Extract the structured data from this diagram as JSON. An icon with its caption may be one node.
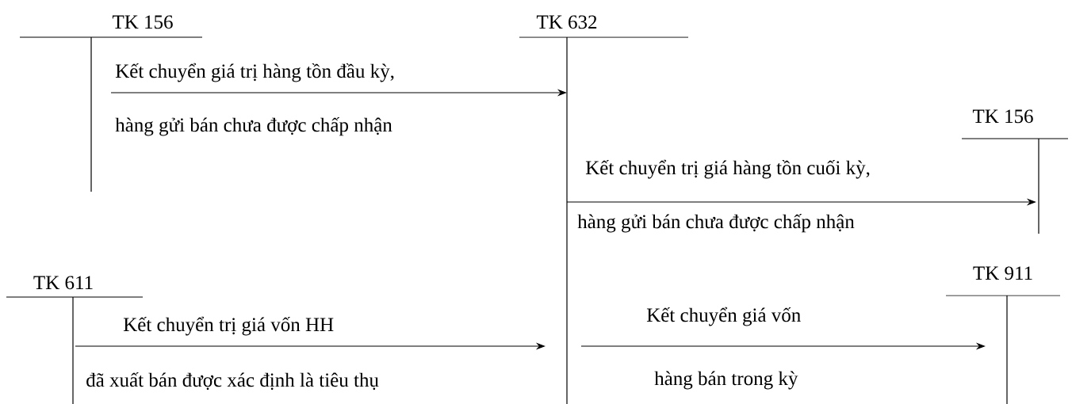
{
  "diagram": {
    "nodes": [
      {
        "text": [
          "TK 156"
        ]
      },
      {
        "text": [
          "TK 632"
        ]
      },
      {
        "text": [
          "TK 156"
        ]
      },
      {
        "text": [
          "TK 611"
        ]
      },
      {
        "text": [
          "TK 911"
        ]
      }
    ],
    "edges": [
      {
        "from": 0,
        "to": 1,
        "arrow": "to",
        "label": "Kết chuyển giá trị hàng tồn đầu kỳ,"
      },
      {
        "from": 1,
        "to": 2,
        "arrow": "to",
        "label": "Kết chuyển trị giá hàng tồn cuối kỳ,"
      },
      {
        "from": 3,
        "to": 1,
        "arrow": "to",
        "label": "Kết chuyển trị giá vốn HH"
      },
      {
        "from": 1,
        "to": 4,
        "arrow": "to",
        "label": "Kết chuyển giá vốn"
      }
    ],
    "labels": [
      "hàng gửi bán chưa được chấp nhận",
      "hàng gửi bán chưa được chấp nhận",
      "đã xuất bán được xác định là tiêu thụ",
      "hàng bán trong kỳ"
    ]
  }
}
